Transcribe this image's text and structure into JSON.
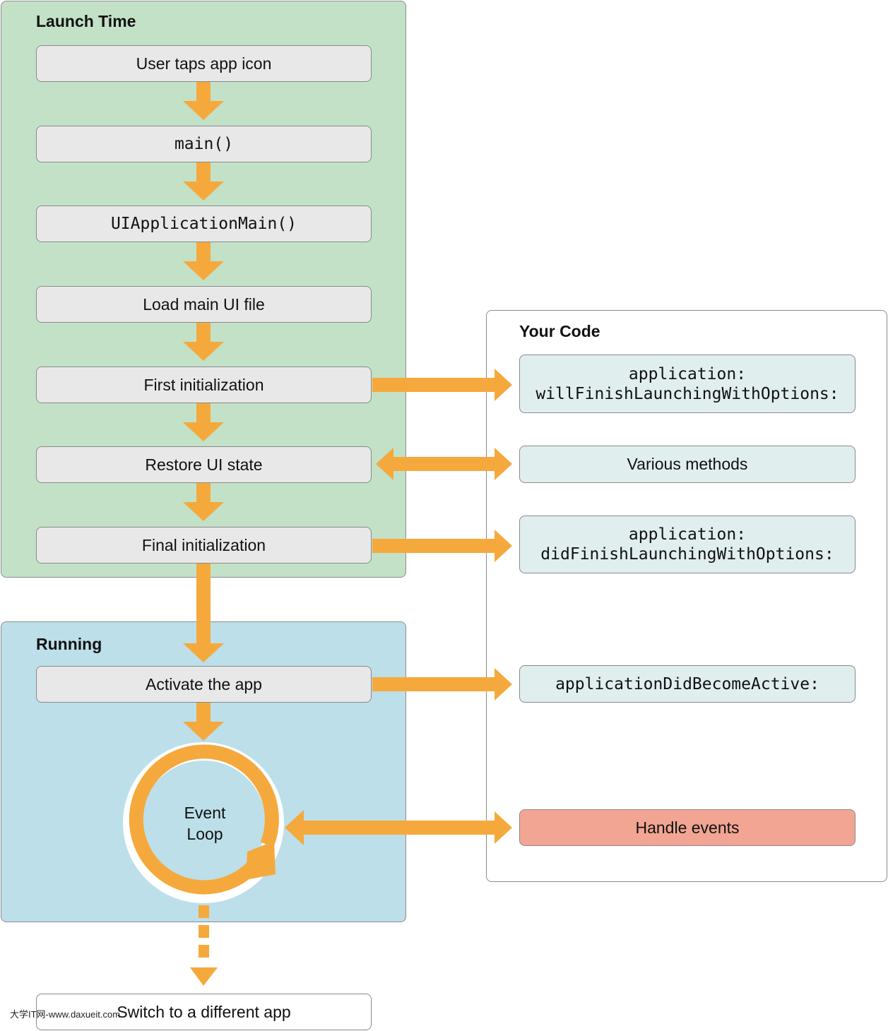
{
  "launch_time": {
    "title": "Launch Time",
    "steps": [
      "User taps app icon",
      "main()",
      "UIApplicationMain()",
      "Load main UI file",
      "First initialization",
      "Restore UI state",
      "Final initialization"
    ]
  },
  "running": {
    "title": "Running",
    "activate": "Activate the app",
    "loop_line1": "Event",
    "loop_line2": "Loop"
  },
  "your_code": {
    "title": "Your Code",
    "will_finish_line1": "application:",
    "will_finish_line2": "willFinishLaunchingWithOptions:",
    "various": "Various methods",
    "did_finish_line1": "application:",
    "did_finish_line2": "didFinishLaunchingWithOptions:",
    "did_become_active": "applicationDidBecomeActive:",
    "handle_events": "Handle events"
  },
  "exit_step": "Switch to a different app",
  "watermark": "大学IT网-www.daxueit.com",
  "colors": {
    "launch_bg": "#c3e1c7",
    "running_bg": "#bcdfea",
    "arrow": "#f5a93c",
    "code_box": "#e0eeee",
    "handle_events_box": "#f2a593",
    "step_box": "#e8e8e8"
  }
}
